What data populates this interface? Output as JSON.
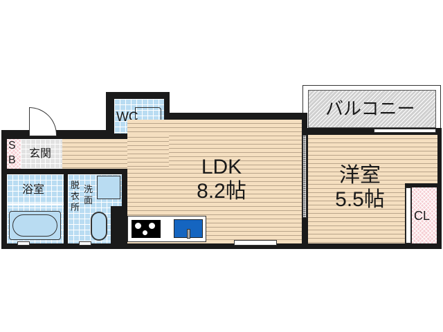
{
  "floor_plan": {
    "rooms": {
      "ldk": {
        "name": "LDK",
        "size": "8.2帖"
      },
      "western_room": {
        "name": "洋室",
        "size": "5.5帖"
      },
      "balcony": {
        "name": "バルコニー"
      },
      "toilet": {
        "name": "WC"
      },
      "entrance": {
        "name": "玄関"
      },
      "shoe_box": {
        "line1": "S",
        "line2": "B"
      },
      "bathroom": {
        "name": "浴室"
      },
      "dressing_room": {
        "name": "脱衣所",
        "col": [
          "脱",
          "衣",
          "所"
        ]
      },
      "washbasin": {
        "name": "洗面",
        "col": [
          "洗",
          "面"
        ]
      },
      "closet": {
        "name": "CL"
      }
    },
    "colors": {
      "wall": "#1a1a1a",
      "wood_floor": "#f5dfc0",
      "tile_floor": "#b9dcf2",
      "closet": "#f6cfd4",
      "balcony": "#d0d0d0",
      "sink": "#1565c0"
    }
  }
}
